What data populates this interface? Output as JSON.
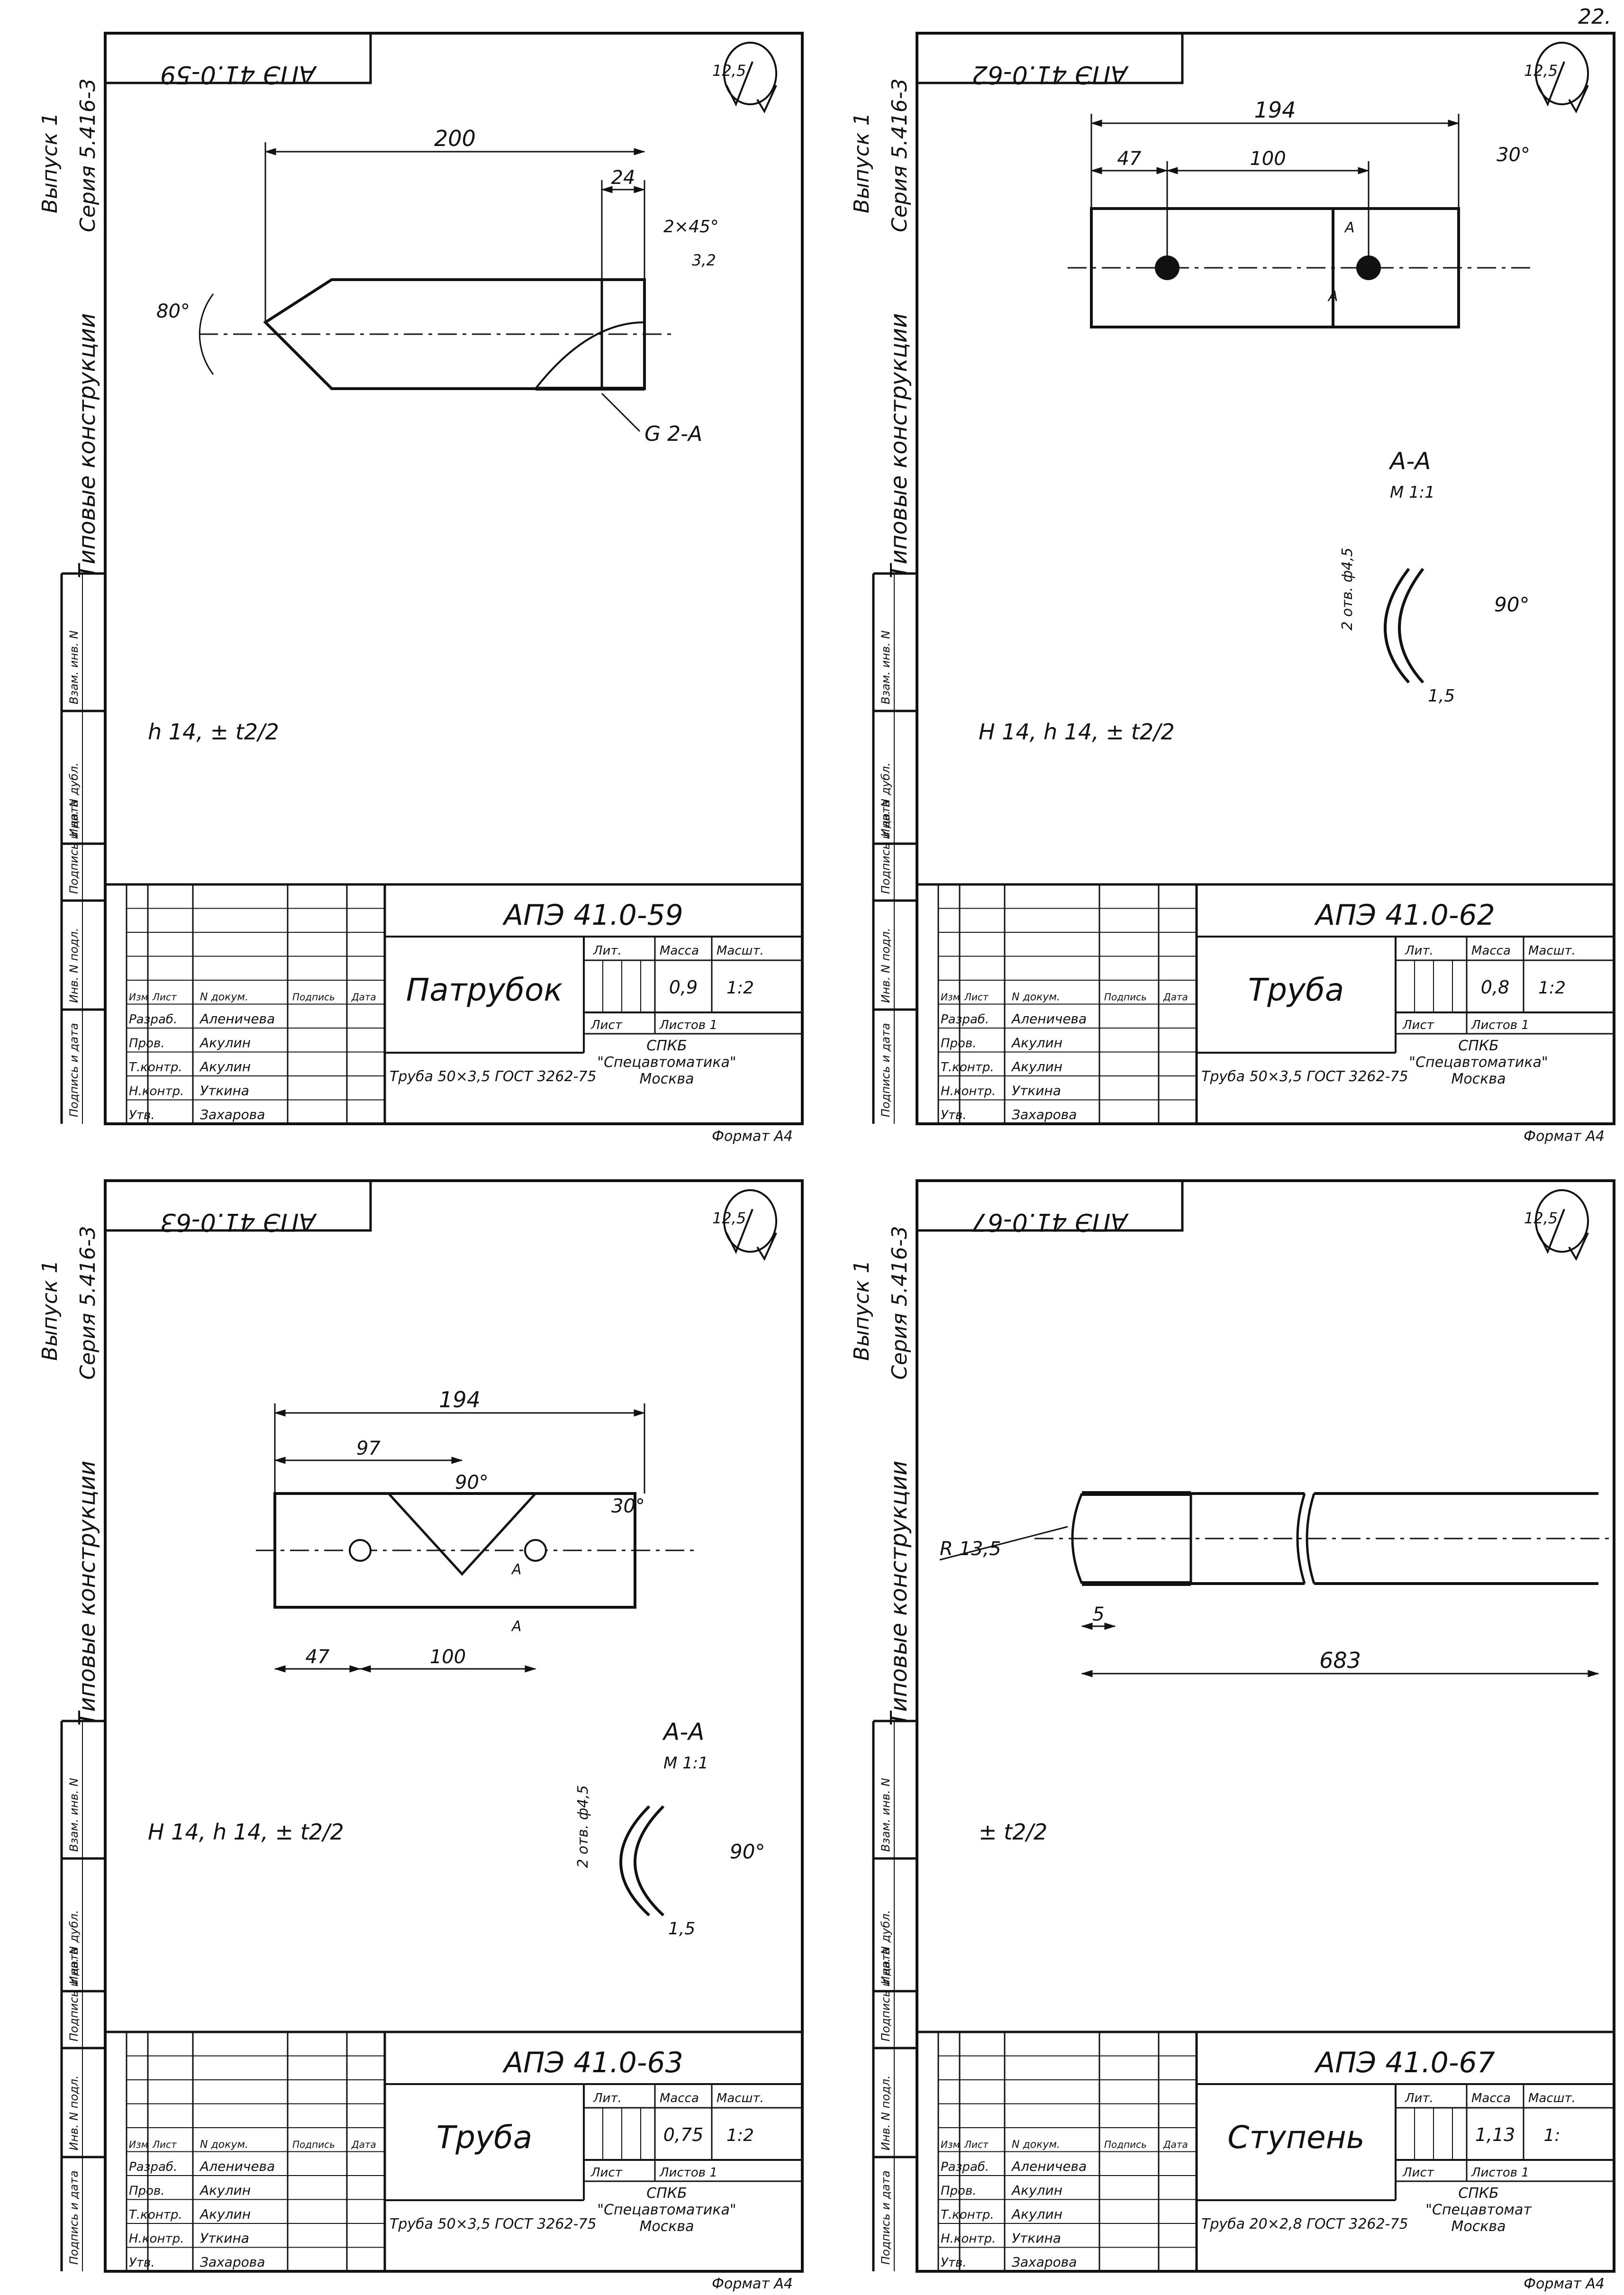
{
  "page_number": "22.",
  "common": {
    "series_vertical": "Серия 5.416-3",
    "issue_vertical": "Выпуск 1",
    "typical_vertical": "Типовые конструкции",
    "format": "Формат А4",
    "surface_mark": "12,5",
    "stamp_labels": {
      "izm": "Изм",
      "list": "Лист",
      "ndok": "N докум.",
      "podp": "Подпись",
      "data": "Дата",
      "razrab": "Разраб.",
      "prov": "Пров.",
      "tkontr": "Т.контр.",
      "nkontr": "Н.контр.",
      "utv": "Утв.",
      "lit": "Лит.",
      "massa": "Масса",
      "masht": "Масшт.",
      "list_label": "Лист",
      "listov": "Листов 1"
    },
    "names": {
      "razrab": "Аленичева",
      "prov": "Акулин",
      "tkontr": "Акулин",
      "nkontr": "Уткина",
      "utv": "Захарова"
    },
    "side_cells": [
      "Взам. инв. N",
      "Инв. N дубл.",
      "Подпись и дата",
      "Инв. N подл.",
      "Подпись и дата"
    ]
  },
  "sheets": [
    {
      "code": "АПЭ 41.0-59",
      "code_stamp": "АПЭ 41.0-59",
      "title": "Патрубок",
      "mass": "0,9",
      "scale": "1:2",
      "material": "Труба 50×3,5 ГОСТ 3262-75",
      "org": [
        "СПКБ",
        "\"Спецавтоматика\"",
        "Москва"
      ],
      "tolerance": "h 14, ± t2/2",
      "dims": {
        "length": "200",
        "chamfer_len": "24",
        "chamfer": "2×45°",
        "angle": "80°",
        "rough": "3,2",
        "thread": "G 2-A"
      }
    },
    {
      "code": "АПЭ 41.0-62",
      "code_stamp": "АПЭ 41.0-62",
      "title": "Труба",
      "mass": "0,8",
      "scale": "1:2",
      "material": "Труба 50×3,5 ГОСТ 3262-75",
      "org": [
        "СПКБ",
        "\"Спецавтоматика\"",
        "Москва"
      ],
      "tolerance": "H 14, h 14, ± t2/2",
      "dims": {
        "length": "194",
        "d1": "47",
        "d2": "100",
        "angle": "30°",
        "section": "А-А",
        "section_scale": "М 1:1",
        "holes": "2 отв. ф4,5",
        "sect_angle": "90°",
        "sect_dim": "1,5",
        "cut": "А"
      }
    },
    {
      "code": "АПЭ 41.0-63",
      "code_stamp": "АПЭ 41.0-63",
      "title": "Труба",
      "mass": "0,75",
      "scale": "1:2",
      "material": "Труба 50×3,5 ГОСТ 3262-75",
      "org": [
        "СПКБ",
        "\"Спецавтоматика\"",
        "Москва"
      ],
      "tolerance": "H 14, h 14, ± t2/2",
      "dims": {
        "length": "194",
        "d1": "97",
        "d2": "47",
        "d3": "100",
        "angle": "90°",
        "angle2": "30°",
        "section": "А-А",
        "section_scale": "М 1:1",
        "holes": "2 отв. ф4,5",
        "sect_angle": "90°",
        "sect_dim": "1,5",
        "cut": "А"
      }
    },
    {
      "code": "АПЭ 41.0-67",
      "code_stamp": "АПЭ 41.0-67",
      "title": "Ступень",
      "mass": "1,13",
      "scale": "1:",
      "material": "Труба 20×2,8 ГОСТ 3262-75",
      "org": [
        "СПКБ",
        "\"Спецавтомат",
        "Москва"
      ],
      "tolerance": "± t2/2",
      "dims": {
        "radius": "R 13,5",
        "d1": "5",
        "length": "683"
      }
    }
  ]
}
